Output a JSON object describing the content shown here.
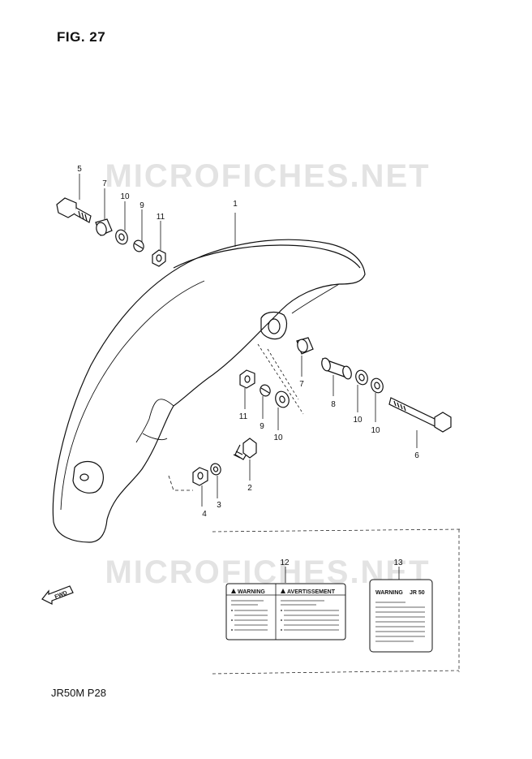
{
  "figure": {
    "title": "FIG. 27",
    "code": "JR50M P28"
  },
  "watermark": "MICROFICHES.NET",
  "direction_arrow": "FWD",
  "labels": {
    "warning_12": "WARNING",
    "avertissement_12": "AVERTISSEMENT",
    "warning_13": "WARNING",
    "model_13": "JR 50"
  },
  "callouts": {
    "c1": "1",
    "c2": "2",
    "c3": "3",
    "c4": "4",
    "c5": "5",
    "c6": "6",
    "c7a": "7",
    "c7b": "7",
    "c8": "8",
    "c9a": "9",
    "c9b": "9",
    "c10a": "10",
    "c10b": "10",
    "c10c": "10",
    "c10d": "10",
    "c11a": "11",
    "c11b": "11",
    "c12": "12",
    "c13": "13"
  }
}
